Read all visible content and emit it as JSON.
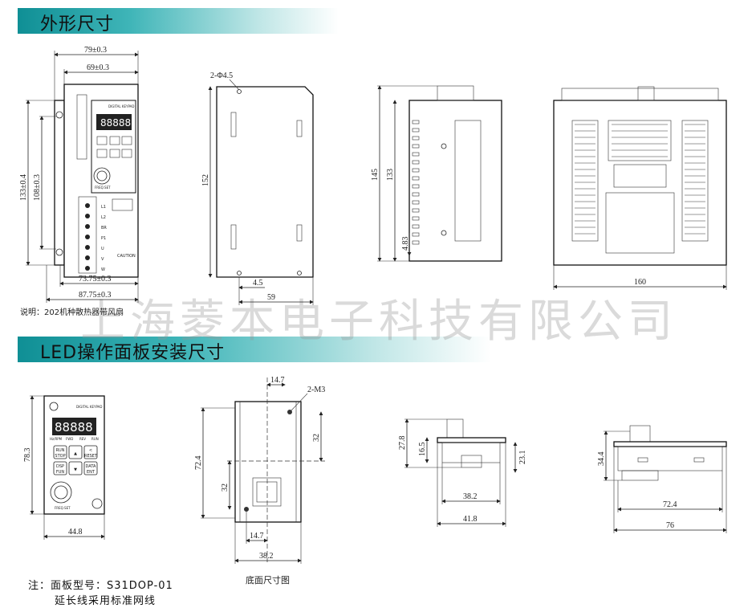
{
  "section1": {
    "title": "外形尺寸"
  },
  "section2": {
    "title": "LED操作面板安装尺寸"
  },
  "front_view": {
    "width_outer": "79±0.3",
    "width_inner": "69±0.3",
    "height_outer": "133±0.4",
    "height_inner": "108±0.3",
    "mount_inner": "73.75±0.3",
    "mount_outer": "87.75±0.3",
    "keypad_label": "DIGITAL KEYPAD",
    "terminals": [
      "L1",
      "L2",
      "BR",
      "P1",
      "U",
      "V",
      "W"
    ],
    "caution": "CAUTION",
    "knob_label": "FREQ.SET",
    "note": "说明：202机种散热器带风扇"
  },
  "side_plate": {
    "hole": "2-Φ4.5",
    "height": "152",
    "offset": "4.5",
    "depth": "59"
  },
  "side_view": {
    "height_outer": "145",
    "height_inner": "133",
    "bottom": "4.83"
  },
  "rear_view": {
    "width": "160"
  },
  "watermark": "上海菱本电子科技有限公司",
  "keypad": {
    "height": "78.3",
    "width": "44.8",
    "label": "DIGITAL KEYPAD",
    "display": "88888",
    "leds": [
      "Hz/RPM",
      "FWD",
      "REV",
      "RUN"
    ],
    "buttons": [
      [
        "RUN",
        "STOP"
      ],
      [
        "▲",
        ""
      ],
      [
        "<",
        "RESET"
      ],
      [
        "DSP",
        "FUN"
      ],
      [
        "▼",
        ""
      ],
      [
        "DATA",
        "ENT"
      ]
    ],
    "knob_label": "FREQ.SET"
  },
  "bottom_view": {
    "top_offset": "14.7",
    "hole": "2-M3",
    "upper_spacing": "32",
    "height": "72.4",
    "lower_spacing": "32",
    "bottom_offset": "14.7",
    "width": "38.2",
    "caption": "底面尺寸图"
  },
  "keypad_side": {
    "total_height": "27.8",
    "knob_height": "16.5",
    "body_height": "23.1",
    "inner_width": "38.2",
    "outer_width": "41.8"
  },
  "keypad_side2": {
    "height": "34.4",
    "inner_width": "72.4",
    "outer_width": "76"
  },
  "notes": {
    "line1": "注：面板型号：S31DOP-01",
    "line2": "延长线采用标准网线"
  }
}
